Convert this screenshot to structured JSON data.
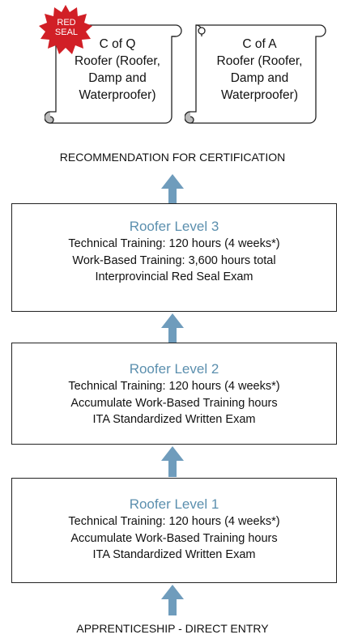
{
  "certificates": [
    {
      "lines": [
        "C of Q",
        "Roofer (Roofer,",
        "Damp and",
        "Waterproofer)"
      ],
      "badge": [
        "RED",
        "SEAL"
      ]
    },
    {
      "lines": [
        "C of A",
        "Roofer (Roofer,",
        "Damp and",
        "Waterproofer)"
      ]
    }
  ],
  "recommendation": "RECOMMENDATION FOR CERTIFICATION",
  "levels": [
    {
      "title": "Roofer Level 3",
      "lines": [
        "Technical Training: 120 hours (4 weeks*)",
        "Work-Based Training: 3,600 hours total",
        "Interprovincial Red Seal Exam"
      ]
    },
    {
      "title": "Roofer Level 2",
      "lines": [
        "Technical Training: 120 hours (4 weeks*)",
        "Accumulate Work-Based Training hours",
        "ITA Standardized Written Exam"
      ]
    },
    {
      "title": "Roofer Level 1",
      "lines": [
        "Technical Training: 120 hours (4 weeks*)",
        "Accumulate Work-Based Training hours",
        "ITA Standardized Written Exam"
      ]
    }
  ],
  "entry": "APPRENTICESHIP - DIRECT ENTRY",
  "colors": {
    "title": "#5b8fae",
    "arrow": "#6f9cbc",
    "seal": "#d11f26"
  }
}
